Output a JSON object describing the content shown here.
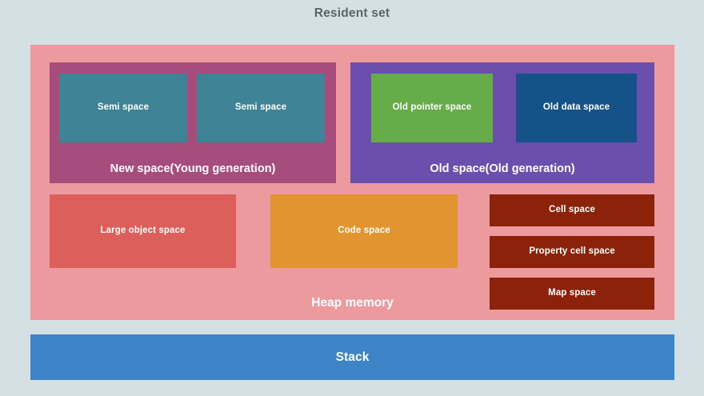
{
  "diagram": {
    "title": "Resident set",
    "background_color": "#d4e0e4",
    "title_color": "#5a6569"
  },
  "heap": {
    "label": "Heap memory",
    "color": "#ed9a9f"
  },
  "new_space": {
    "label": "New space(Young generation)",
    "color": "#a74d7d",
    "children": [
      {
        "label": "Semi space",
        "color": "#3f8496"
      },
      {
        "label": "Semi space",
        "color": "#3f8496"
      }
    ]
  },
  "old_space": {
    "label": "Old space(Old generation)",
    "color": "#6b4fae",
    "children": [
      {
        "label": "Old pointer space",
        "color": "#66ac49"
      },
      {
        "label": "Old data space",
        "color": "#155289"
      }
    ]
  },
  "other_spaces": {
    "large_object_space": {
      "label": "Large object space",
      "color": "#dd5f5b"
    },
    "code_space": {
      "label": "Code space",
      "color": "#e2952f"
    },
    "small_spaces": [
      {
        "label": "Cell space",
        "color": "#8b2209"
      },
      {
        "label": "Property cell space",
        "color": "#8b2209"
      },
      {
        "label": "Map space",
        "color": "#8b2209"
      }
    ]
  },
  "stack": {
    "label": "Stack",
    "color": "#3d85c6"
  }
}
